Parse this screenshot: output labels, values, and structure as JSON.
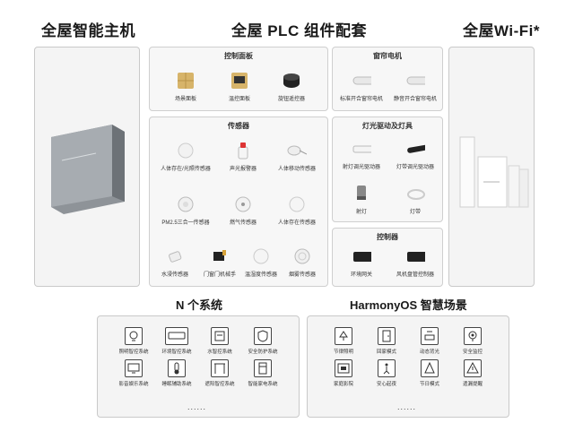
{
  "headings": {
    "host": "全屋智能主机",
    "plc": "全屋 PLC 组件配套",
    "wifi": "全屋Wi-Fi*",
    "systems": "N 个系统",
    "scenes": "HarmonyOS 智慧场景"
  },
  "control_panel": {
    "title": "控制面板",
    "items": [
      "场景面板",
      "温控面板",
      "旋钮遥控器"
    ]
  },
  "curtain_motor": {
    "title": "窗帘电机",
    "items": [
      "标准开合窗帘电机",
      "静音开合窗帘电机"
    ]
  },
  "sensors": {
    "title": "传感器",
    "items": [
      "人体存在/光照传感器",
      "声光报警器",
      "人体移动传感器",
      "PM2.5三合一传感器",
      "燃气传感器",
      "人体存在传感器",
      "水浸传感器",
      "门窗门机械手",
      "温湿度传感器",
      "烟雾传感器"
    ]
  },
  "lighting": {
    "title": "灯光驱动及灯具",
    "items": [
      "射灯调光驱动器",
      "灯带调光驱动器",
      "射灯",
      "灯带"
    ]
  },
  "controller": {
    "title": "控制器",
    "items": [
      "环境网关",
      "风机盘管控制器"
    ]
  },
  "systems": {
    "items": [
      "照明智控系统",
      "环境智控系统",
      "水智控系统",
      "安全防护系统",
      "影音娱乐系统",
      "睡眠辅助系统",
      "遮阳智控系统",
      "智能家电系统"
    ],
    "more": "......"
  },
  "scenes": {
    "items": [
      "节律照明",
      "回家模式",
      "动态背光",
      "安全监控",
      "家庭影院",
      "安心起夜",
      "节日模式",
      "遗漏提醒"
    ],
    "more": "......"
  },
  "icons": {
    "host": "host-device-icon",
    "router": "router-icon"
  }
}
